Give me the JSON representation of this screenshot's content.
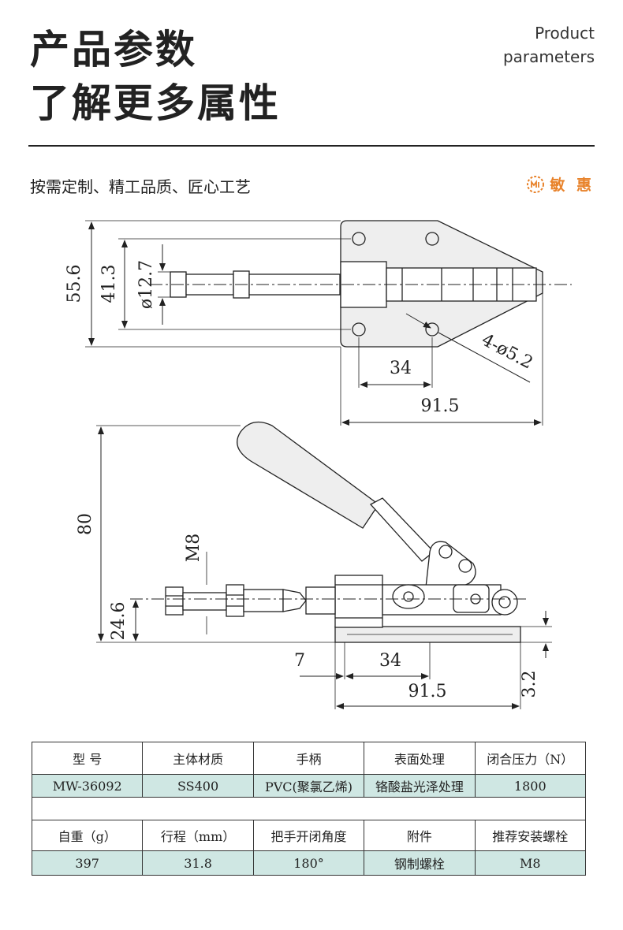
{
  "header": {
    "title_line1": "产品参数",
    "title_line2": "了解更多属性",
    "en_line1": "Product",
    "en_line2": "parameters"
  },
  "tagline": "按需定制、精工品质、匠心工艺",
  "brand": {
    "name": "敏 惠",
    "color": "#e8822a",
    "icon": "brand-logo-icon"
  },
  "top_view_dims": {
    "overall_height": "55.6",
    "inner_height": "41.3",
    "spindle_dia": "ø12.7",
    "hole_spacing": "34",
    "overall_length": "91.5",
    "holes": "4-ø5.2"
  },
  "side_view_dims": {
    "handle_height": "80",
    "thread": "M8",
    "spindle_height": "24.6",
    "offset": "7",
    "hole_spacing": "34",
    "length": "91.5",
    "base_thickness": "3.2"
  },
  "spec_table": {
    "row1_headers": [
      "型 号",
      "主体材质",
      "手柄",
      "表面处理",
      "闭合压力（N）"
    ],
    "row1_values": [
      "MW-36092",
      "SS400",
      "PVC(聚氯乙烯)",
      "铬酸盐光泽处理",
      "1800"
    ],
    "row2_headers": [
      "自重（g）",
      "行程（mm）",
      "把手开闭角度",
      "附件",
      "推荐安装螺栓"
    ],
    "row2_values": [
      "397",
      "31.8",
      "180°",
      "钢制螺栓",
      "M8"
    ]
  }
}
